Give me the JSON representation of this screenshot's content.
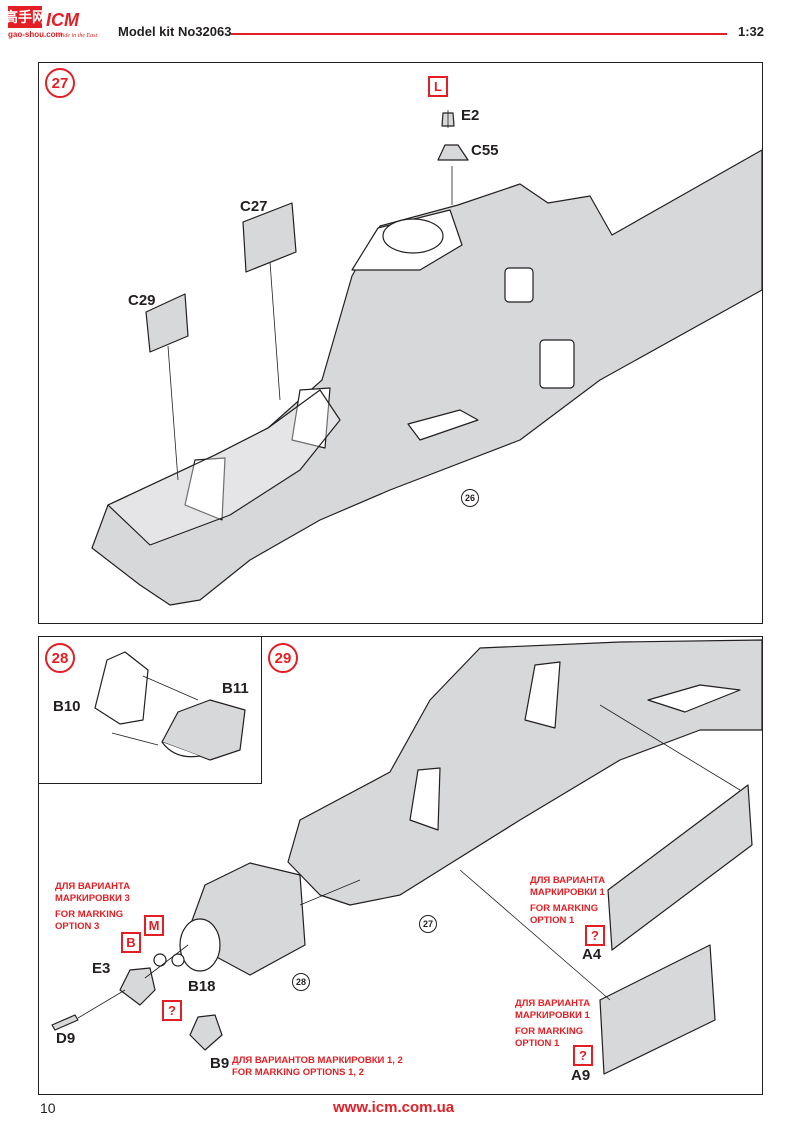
{
  "header": {
    "brand_cn": "高手网",
    "brand_logo": "ICM",
    "brand_tagline": "Wide in the East",
    "brand_site": "gao-shou.com",
    "model_kit": "Model kit No32063",
    "scale": "1:32"
  },
  "step27": {
    "number": "27",
    "parts": {
      "E2": "E2",
      "C55": "C55",
      "C27": "C27",
      "C29": "C29"
    },
    "tag_L": "L",
    "ref": "26"
  },
  "step28": {
    "number": "28",
    "parts": {
      "B10": "B10",
      "B11": "B11"
    }
  },
  "step29": {
    "number": "29",
    "parts": {
      "E3": "E3",
      "B18": "B18",
      "D9": "D9",
      "B9": "B9",
      "A4": "A4",
      "A9": "A9"
    },
    "tags": {
      "B": "B",
      "M": "M",
      "q1": "?",
      "q2": "?",
      "q3": "?"
    },
    "ref27": "27",
    "ref28": "28",
    "note_opt3_ru_1": "ДЛЯ ВАРИАНТА",
    "note_opt3_ru_2": "МАРКИРОВКИ 3",
    "note_opt3_en_1": "FOR MARKING",
    "note_opt3_en_2": "OPTION 3",
    "note_a4_ru_1": "ДЛЯ ВАРИАНТА",
    "note_a4_ru_2": "МАРКИРОВКИ 1",
    "note_a4_en_1": "FOR MARKING",
    "note_a4_en_2": "OPTION 1",
    "note_a9_ru_1": "ДЛЯ ВАРИАНТА",
    "note_a9_ru_2": "МАРКИРОВКИ 1",
    "note_a9_en_1": "FOR MARKING",
    "note_a9_en_2": "OPTION 1",
    "note_b9_ru": "ДЛЯ ВАРИАНТОВ МАРКИРОВКИ 1, 2",
    "note_b9_en": "FOR MARKING OPTIONS 1, 2"
  },
  "footer": {
    "page": "10",
    "url": "www.icm.com.ua"
  },
  "colors": {
    "accent": "#e31e24",
    "ink": "#231f20",
    "gray": "#d7d8da"
  }
}
